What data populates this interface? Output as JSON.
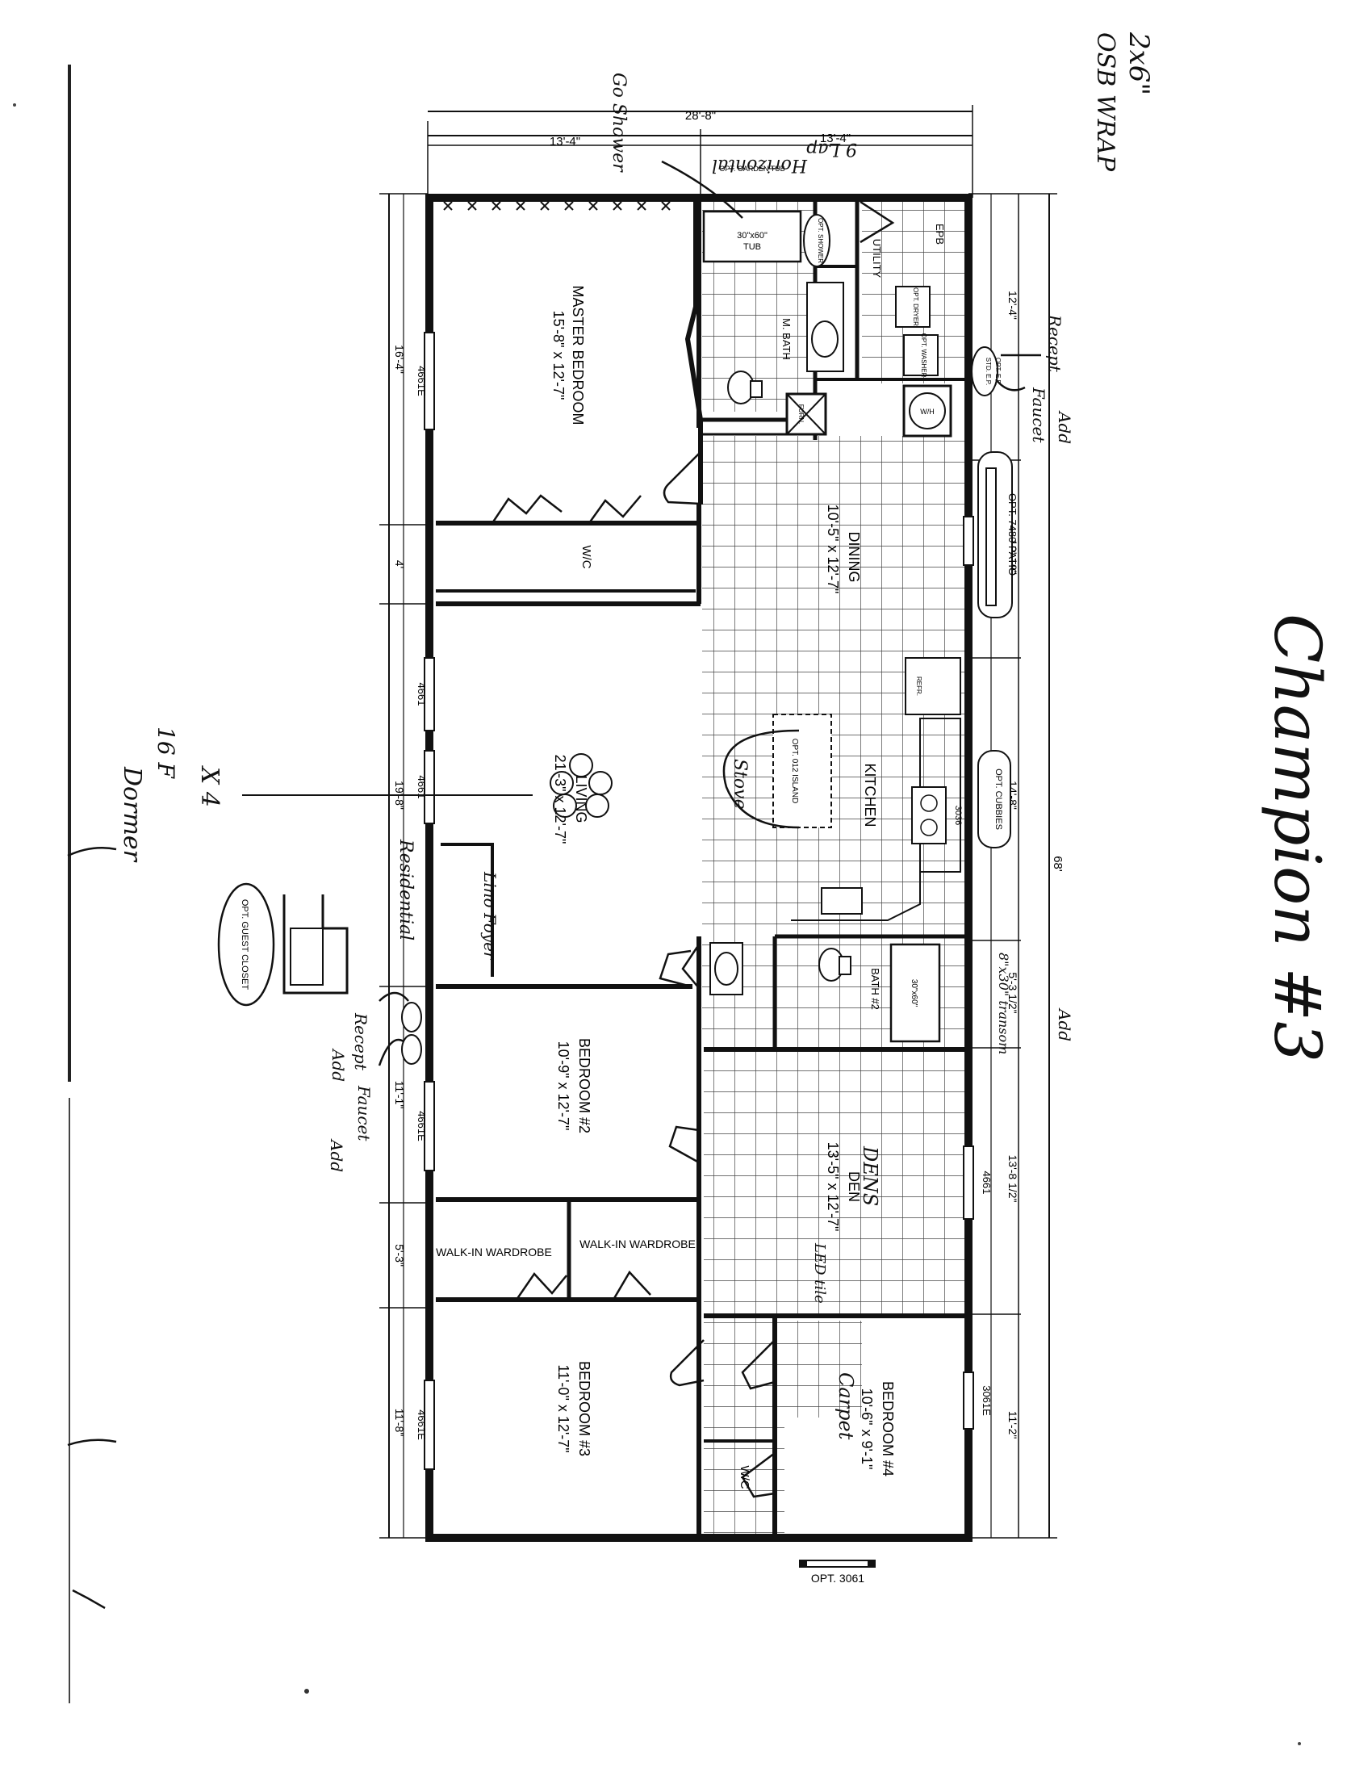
{
  "plan": {
    "overall_width": "28'-8\"",
    "half_width_left": "13'-4\"",
    "half_width_right": "13'-4\"",
    "overall_length": "68'",
    "wall_marks": [
      {
        "id": "n1",
        "label": "16'-4\""
      },
      {
        "id": "n2",
        "label": "4'"
      },
      {
        "id": "n3",
        "label": "19'-8\""
      },
      {
        "id": "n4",
        "label": "11'-1\""
      },
      {
        "id": "n5",
        "label": "5'-3\""
      },
      {
        "id": "n6",
        "label": "11'-8\""
      },
      {
        "id": "s1",
        "label": "12'-4\""
      },
      {
        "id": "s2",
        "label": "10'-10\""
      },
      {
        "id": "s3",
        "label": "14'-8\""
      },
      {
        "id": "s4",
        "label": "5'-3 1/2\""
      },
      {
        "id": "s5",
        "label": "13'-8 1/2\""
      },
      {
        "id": "s6",
        "label": "11'-2\""
      }
    ],
    "windows": [
      {
        "id": "w1",
        "label": "4661E"
      },
      {
        "id": "w2",
        "label": "4661"
      },
      {
        "id": "w3",
        "label": "4661"
      },
      {
        "id": "w4",
        "label": "4661E"
      },
      {
        "id": "w5",
        "label": "4661E"
      },
      {
        "id": "w6",
        "label": "4661"
      },
      {
        "id": "w7",
        "label": "3061E"
      }
    ],
    "rooms": [
      {
        "id": "master",
        "name": "MASTER BEDROOM",
        "size": "15'-8\" x 12'-7\""
      },
      {
        "id": "dining",
        "name": "DINING",
        "size": "10'-5\" x 12'-7\""
      },
      {
        "id": "living",
        "name": "LIVING",
        "size": "21'-3\" x 12'-7\""
      },
      {
        "id": "kitchen",
        "name": "KITCHEN",
        "size": ""
      },
      {
        "id": "bed2",
        "name": "BEDROOM #2",
        "size": "10'-9\" x 12'-7\""
      },
      {
        "id": "den",
        "name": "DEN",
        "size": "13'-5\" x 12'-7\""
      },
      {
        "id": "bed3",
        "name": "BEDROOM #3",
        "size": "11'-0\" x 12'-7\""
      },
      {
        "id": "bed4",
        "name": "BEDROOM #4",
        "size": "10'-6\" x 9'-1\""
      }
    ],
    "closets": {
      "wic_master": "W/C",
      "wardrobe_left": "WALK-IN WARDROBE",
      "wardrobe_right": "WALK-IN WARDROBE",
      "wic_bed4": "W/C"
    },
    "fixtures": {
      "tub_master_1": "30\"x60\"",
      "tub_master_2": "TUB",
      "opt_garden_tub": "OPT. GARDEN TUB",
      "opt_shower": "OPT. SHOWER",
      "utility": "UTILITY",
      "epb": "EPB",
      "m_bath": "M. BATH",
      "opt_dryer": "OPT. DRYER",
      "opt_washer": "OPT. WASHER",
      "std_ep": "STD. E.P.",
      "opt_ep": "OPT. E.P.",
      "water_heater": "W/H",
      "furnace": "FURN.",
      "opt_patio": "OPT. 7480 PATIO",
      "opt_island": "OPT. 012 ISLAND",
      "refr": "REFR.",
      "window_3036": "3036",
      "opt_cubbies": "OPT. CUBBIES",
      "bath2": "BATH #2",
      "tub_bath2": "30\"x60\"",
      "opt_guest_closet": "OPT. GUEST CLOSET",
      "opt_3061": "OPT. 3061"
    }
  },
  "annotations": {
    "top_right_1": "2x6\"",
    "top_right_2": "OSB WRAP",
    "horizontal_tag": "Horizontal",
    "horizontal_num": "9 Lap",
    "go_shower": "Go Shower",
    "champion": "Champion #3",
    "recept_1": "Recept",
    "faucet_1": "Faucet",
    "add_1": "Add",
    "add_2": "Add",
    "transom": "8\"x30\" transom",
    "stove": "Stove",
    "led_tile": "LED tile",
    "dens": "DENS",
    "carpet_note": "Carpet",
    "x4": "X 4",
    "sixteen_f": "16 F",
    "dormer": "Dormer",
    "residential": "Residential",
    "lino_foyer": "Lino Foyer",
    "recept_2": "Recept",
    "add_3": "Add",
    "faucet_2": "Faucet",
    "add_4": "Add"
  }
}
